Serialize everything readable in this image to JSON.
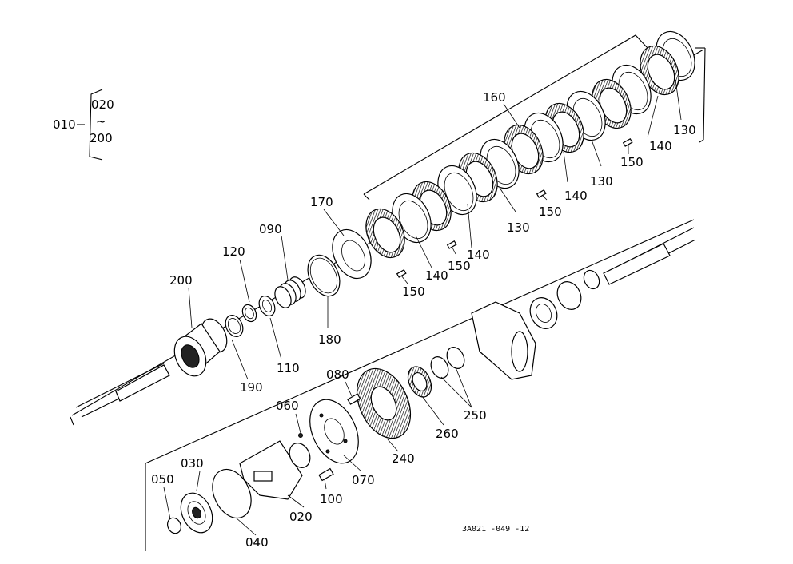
{
  "assembly": {
    "ref": "010",
    "range_start": "020",
    "range_sep": "~",
    "range_end": "200"
  },
  "parts": [
    {
      "id": "p130a",
      "no": "130"
    },
    {
      "id": "p140a",
      "no": "140"
    },
    {
      "id": "p150a",
      "no": "150"
    },
    {
      "id": "p160",
      "no": "160"
    },
    {
      "id": "p130b",
      "no": "130"
    },
    {
      "id": "p140b",
      "no": "140"
    },
    {
      "id": "p150b",
      "no": "150"
    },
    {
      "id": "p130c",
      "no": "130"
    },
    {
      "id": "p140c",
      "no": "140"
    },
    {
      "id": "p150c",
      "no": "150"
    },
    {
      "id": "p140d",
      "no": "140"
    },
    {
      "id": "p150d",
      "no": "150"
    },
    {
      "id": "p170",
      "no": "170"
    },
    {
      "id": "p090",
      "no": "090"
    },
    {
      "id": "p120",
      "no": "120"
    },
    {
      "id": "p200",
      "no": "200"
    },
    {
      "id": "p180",
      "no": "180"
    },
    {
      "id": "p110",
      "no": "110"
    },
    {
      "id": "p190",
      "no": "190"
    },
    {
      "id": "p080",
      "no": "080"
    },
    {
      "id": "p060",
      "no": "060"
    },
    {
      "id": "p250",
      "no": "250"
    },
    {
      "id": "p260",
      "no": "260"
    },
    {
      "id": "p240",
      "no": "240"
    },
    {
      "id": "p070",
      "no": "070"
    },
    {
      "id": "p030",
      "no": "030"
    },
    {
      "id": "p050",
      "no": "050"
    },
    {
      "id": "p100",
      "no": "100"
    },
    {
      "id": "p020",
      "no": "020"
    },
    {
      "id": "p040",
      "no": "040"
    }
  ],
  "drawing_code": "3A021 -049 -12"
}
